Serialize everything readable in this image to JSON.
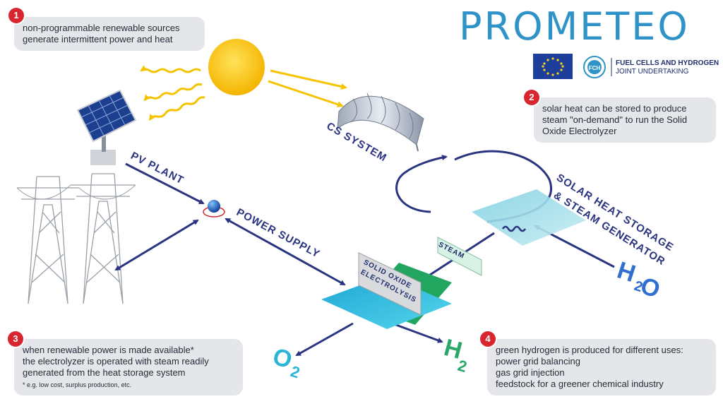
{
  "logo": {
    "title": "PROMETEO",
    "fch_line1": "FUEL CELLS AND HYDROGEN",
    "fch_line2": "JOINT UNDERTAKING",
    "fch_badge": "FCH"
  },
  "colors": {
    "navy": "#2b3480",
    "accent_red": "#d7262f",
    "cyan": "#29b6d6",
    "green": "#2aa86a",
    "sun": "#f7c400",
    "note_bg": "#e4e6e9",
    "logo_blue": "#2f93c7"
  },
  "notes": [
    {
      "number": "1",
      "lines": [
        "non-programmable renewable sources",
        "generate intermittent power and heat"
      ]
    },
    {
      "number": "2",
      "lines": [
        "solar heat can be stored to produce",
        "steam \"on-demand\" to run the Solid",
        "Oxide Electrolyzer"
      ]
    },
    {
      "number": "3",
      "lines": [
        "when renewable power is made available*",
        "the electrolyzer is operated with steam readily",
        "generated from the heat storage system"
      ],
      "footnote": "* e.g. low cost, surplus production, etc."
    },
    {
      "number": "4",
      "lines": [
        "green hydrogen is produced for different uses:",
        "power grid balancing",
        "gas grid injection",
        "feedstock for a greener chemical industry"
      ]
    }
  ],
  "labels": {
    "pv_plant": "PV PLANT",
    "cs_system": "CS SYSTEM",
    "power_supply": "POWER SUPPLY",
    "storage_line1": "SOLAR HEAT STORAGE",
    "storage_line2": "& STEAM GENERATOR",
    "steam": "STEAM",
    "soe_line1": "SOLID OXIDE",
    "soe_line2": "ELECTROLYSIS"
  },
  "chemicals": {
    "o2": {
      "symbol": "O",
      "sub": "2"
    },
    "h2": {
      "symbol": "H",
      "sub": "2"
    },
    "h2o": {
      "symbol_h": "H",
      "sub": "2",
      "symbol_o": "O"
    }
  },
  "icons": [
    "sun-icon",
    "solar-panel-icon",
    "concentrating-solar-collector-icon",
    "power-pylon-icon",
    "grid-node-icon",
    "eu-flag-icon",
    "fch-logo-icon"
  ]
}
